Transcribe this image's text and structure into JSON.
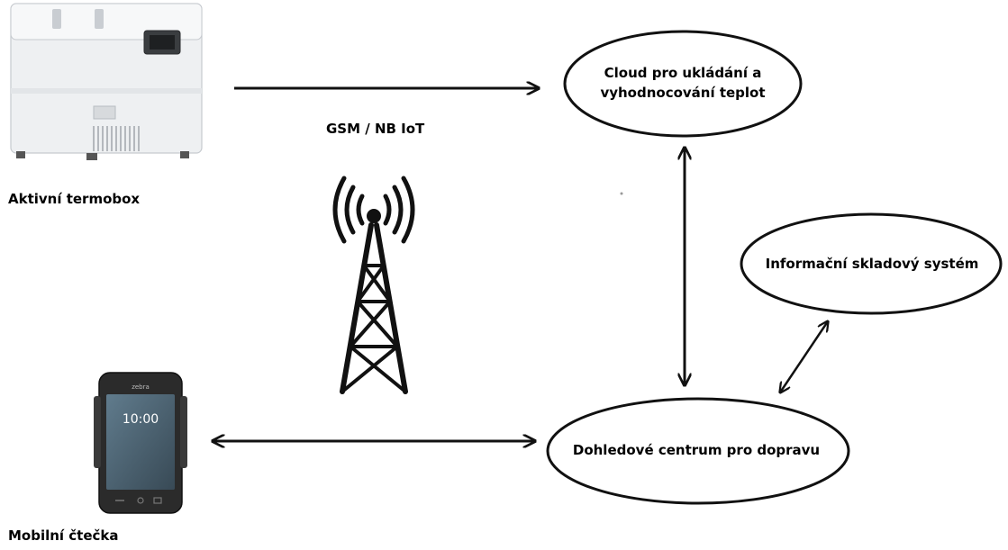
{
  "diagram": {
    "devices": {
      "thermobox_label": "Aktivní termobox",
      "reader_label": "Mobilní čtečka",
      "reader_screen": {
        "brand": "zebra",
        "time": "10:00"
      }
    },
    "network_label": "GSM / NB IoT",
    "nodes": {
      "cloud": {
        "line1": "Cloud pro ukládání a",
        "line2": "vyhodnocování teplot"
      },
      "warehouse": {
        "label": "Informační skladový systém"
      },
      "monitoring": {
        "label": "Dohledové centrum pro dopravu"
      }
    },
    "colors": {
      "stroke": "#111111",
      "freezer_body": "#e9ecef",
      "phone_body": "#2b2b2b",
      "phone_screen": "#4a6170"
    }
  }
}
